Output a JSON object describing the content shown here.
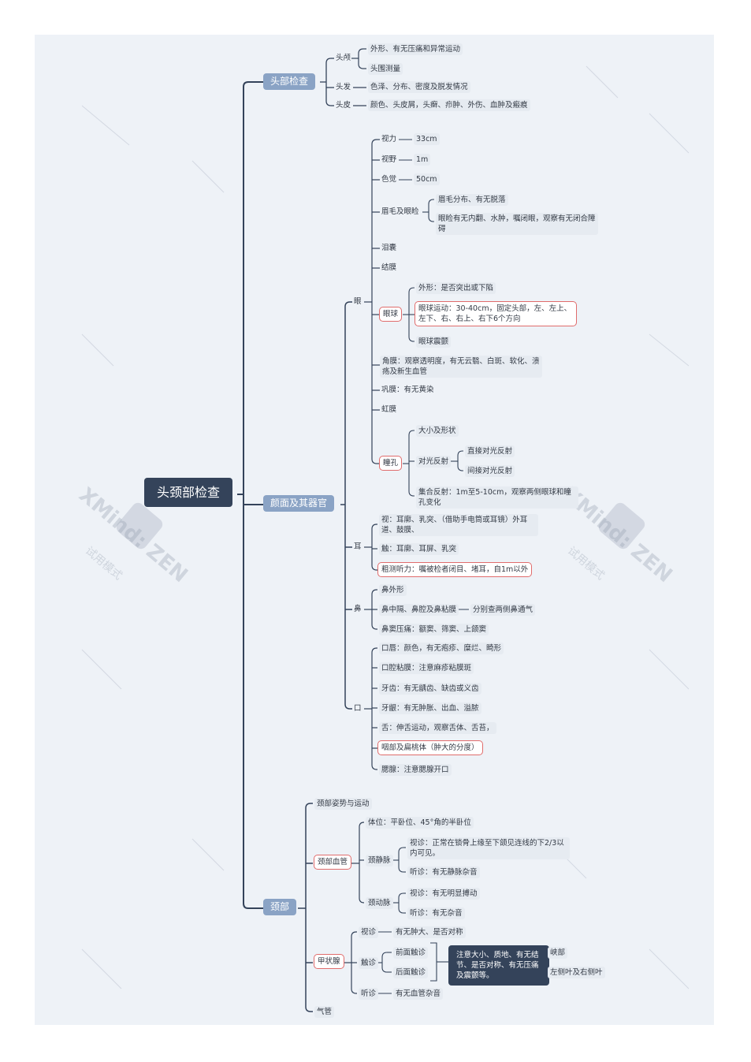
{
  "watermark": {
    "brand": "XMind: ZEN",
    "sub": "试用模式"
  },
  "root": "头颈部检查",
  "head": {
    "title": "头部检查",
    "skull": "头颅",
    "skull_items": [
      "外形、有无压痛和异常运动",
      "头围测量"
    ],
    "hair": "头发",
    "hair_desc": "色泽、分布、密度及脱发情况",
    "scalp": "头皮",
    "scalp_desc": "颜色、头皮屑，头癣、疖肿、外伤、血肿及瘢痕"
  },
  "face": {
    "title": "颜面及其器官",
    "eye": {
      "label": "眼",
      "vision": "视力",
      "vision_val": "33cm",
      "field": "视野",
      "field_val": "1m",
      "color": "色觉",
      "color_val": "50cm",
      "brow": "眉毛及眼睑",
      "brow_items": [
        "眉毛分布、有无脱落",
        "眼睑有无内翻、水肿，嘱闭眼，观察有无闭合障碍"
      ],
      "lacrimal": "泪囊",
      "conjunctiva": "结膜",
      "eyeball": "眼球",
      "eyeball_items": [
        "外形：是否突出或下陷",
        "眼球运动：30-40cm，固定头部，左、左上、左下、右、右上、右下6个方向",
        "眼球震颤"
      ],
      "cornea": "角膜：观察透明度，有无云翳、白斑、软化、溃疡及新生血管",
      "sclera": "巩膜：有无黄染",
      "iris": "虹膜",
      "pupil": "瞳孔",
      "pupil_size": "大小及形状",
      "pupil_light": "对光反射",
      "pupil_light_items": [
        "直接对光反射",
        "间接对光反射"
      ],
      "pupil_conv": "集合反射：1m至5-10cm，观察两侧眼球和瞳孔变化"
    },
    "ear": {
      "label": "耳",
      "items": [
        "视：耳廓、乳突、（借助手电筒或耳镜）外耳道、鼓膜、",
        "触：耳廓、耳屏、乳突",
        "粗测听力：嘱被检者闭目、堵耳，自1m以外"
      ]
    },
    "nose": {
      "label": "鼻",
      "items": [
        "鼻外形",
        "鼻中隔、鼻腔及鼻粘膜",
        "鼻窦压痛：额窦、筛窦、上颌窦"
      ],
      "septum_desc": "分别查两侧鼻通气"
    },
    "mouth": {
      "label": "口",
      "items": [
        "口唇：颜色，有无疱疹、糜烂、畸形",
        "口腔粘膜：注意麻疹粘膜斑",
        "牙齿：有无龋齿、缺齿或义齿",
        "牙龈：有无肿胀、出血、溢脓",
        "舌：伸舌运动，观察舌体、舌苔，",
        "咽部及扁桃体（肿大的分度）",
        "腮腺：注意腮腺开口"
      ]
    }
  },
  "neck": {
    "title": "颈部",
    "posture": "颈部姿势与运动",
    "vessels": "颈部血管",
    "position": "体位：平卧位、45°角的半卧位",
    "jvein": "颈静脉",
    "jvein_items": [
      "视诊：正常在锁骨上缘至下颌见连线的下2/3以内可见。",
      "听诊：有无静脉杂音"
    ],
    "artery": "颈动脉",
    "artery_items": [
      "视诊：有无明显搏动",
      "听诊：有无杂音"
    ],
    "thyroid": "甲状腺",
    "inspect": "视诊",
    "inspect_desc": "有无肿大、是否对称",
    "palp": "触诊",
    "palp_items": [
      "前面触诊",
      "后面触诊"
    ],
    "palp_note": "注意大小、质地、有无结节、是否对称、有无压痛及震颤等。",
    "palp_parts": [
      "峡部",
      "左侧叶及右侧叶"
    ],
    "auscult": "听诊",
    "auscult_desc": "有无血管杂音",
    "trachea": "气管"
  }
}
